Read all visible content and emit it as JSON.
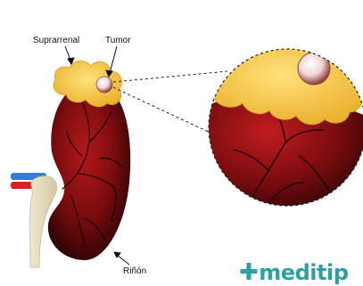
{
  "labels": {
    "adrenal": "Suprarrenal",
    "tumor": "Tumor",
    "kidney": "Riñón"
  },
  "brand": {
    "name": "meditip",
    "icon": "plus-cross-icon"
  },
  "colors": {
    "kidney": "#7a0c0e",
    "adrenal": "#f4c542",
    "tumor": "#f1d7d4",
    "brand": "#2f9fa0"
  }
}
